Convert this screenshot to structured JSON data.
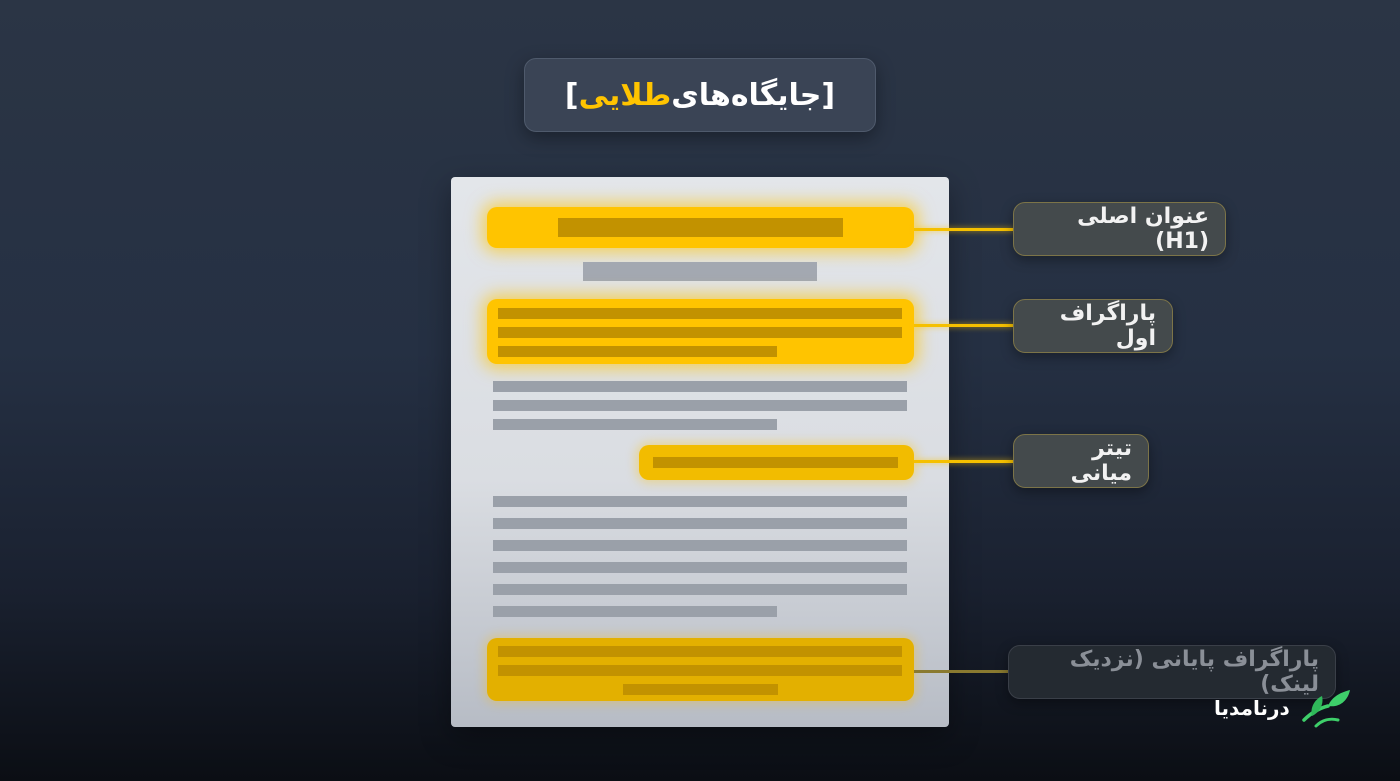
{
  "title": {
    "prefix": "[جایگاه‌های ",
    "accent": "طلایی",
    "suffix": "]"
  },
  "colors": {
    "accent": "#ffc400",
    "background": "#253043",
    "document": "#dadde2"
  },
  "labels": {
    "h1": "عنوان اصلی (H1)",
    "first_paragraph": "پاراگراف اول",
    "subheading": "تیتر میانی",
    "last_paragraph": "پاراگراف پایانی (نزدیک لینک)"
  },
  "logo": {
    "text": "درنامدیا",
    "icon": "leaf-logo-icon"
  }
}
